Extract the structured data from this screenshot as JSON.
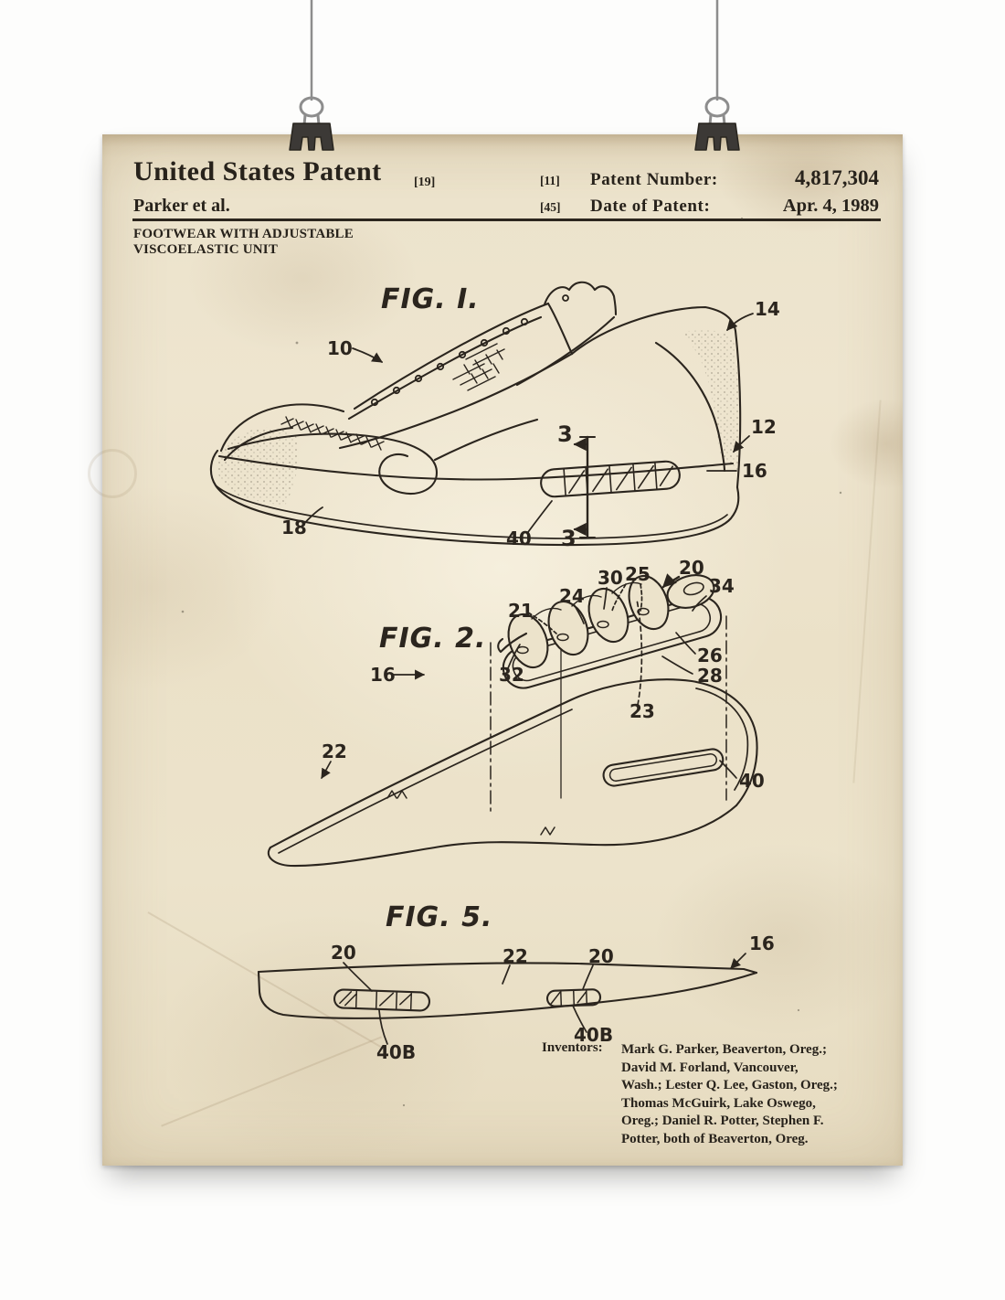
{
  "poster": {
    "header": {
      "title": "United States Patent",
      "title_code": "[19]",
      "byline": "Parker et al.",
      "number_code": "[11]",
      "number_label": "Patent Number:",
      "number_value": "4,817,304",
      "date_code": "[45]",
      "date_label": "Date of Patent:",
      "date_value": "Apr. 4, 1989",
      "invention_title_line1": "FOOTWEAR WITH ADJUSTABLE",
      "invention_title_line2": "VISCOELASTIC UNIT"
    },
    "figures": {
      "fig1": {
        "label": "FIG. I.",
        "r3": "3",
        "r10": "10",
        "r12": "12",
        "r14": "14",
        "r16": "16",
        "r18": "18",
        "r40": "40"
      },
      "fig2": {
        "label": "FIG. 2.",
        "r16": "16",
        "r20": "20",
        "r21": "21",
        "r22": "22",
        "r23": "23",
        "r24": "24",
        "r25": "25",
        "r26": "26",
        "r28": "28",
        "r30": "30",
        "r32": "32",
        "r34": "34",
        "r40": "40"
      },
      "fig5": {
        "label": "FIG. 5.",
        "r16": "16",
        "r20": "20",
        "r22": "22",
        "r40b": "40B"
      }
    },
    "inventors": {
      "label": "Inventors:",
      "lines": [
        "Mark G. Parker, Beaverton, Oreg.;",
        "David M. Forland, Vancouver,",
        "Wash.; Lester Q. Lee, Gaston, Oreg.;",
        "Thomas McGuirk, Lake Oswego,",
        "Oreg.; Daniel R. Potter, Stephen F.",
        "Potter, both of Beaverton, Oreg."
      ]
    },
    "colors": {
      "paper": "#ece3cb",
      "ink": "#2b251e",
      "string": "#8d8d8d",
      "clip": "#3c3936"
    }
  }
}
